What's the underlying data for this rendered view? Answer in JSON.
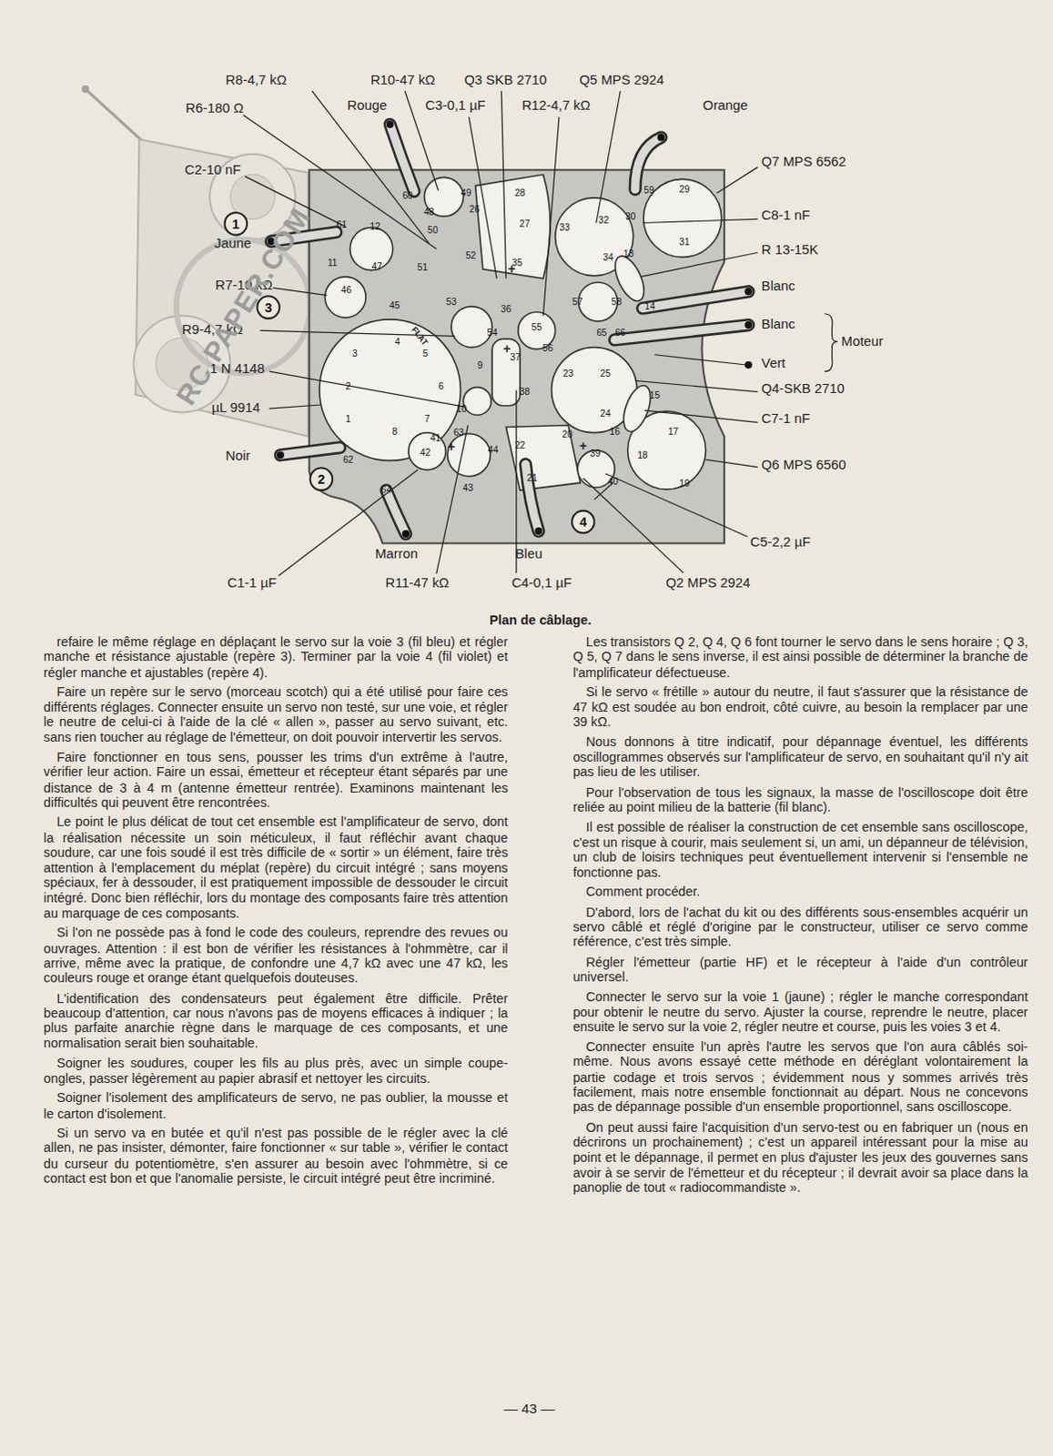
{
  "diagram": {
    "caption": "Plan de câblage.",
    "nodes": [
      {
        "text": [
          "1"
        ]
      },
      {
        "text": [
          "3"
        ]
      },
      {
        "text": [
          "2"
        ]
      },
      {
        "text": [
          "4"
        ]
      }
    ],
    "labels": [
      "R8-4,7 kΩ",
      "R10-47 kΩ",
      "Q3 SKB 2710",
      "Q5 MPS 2924",
      "R6-180 Ω",
      "Rouge",
      "C3-0,1 µF",
      "R12-4,7 kΩ",
      "Orange",
      "C2-10 nF",
      "Q7 MPS 6562",
      "C8-1 nF",
      "R 13-15K",
      "Blanc",
      "Blanc",
      "Moteur",
      "Vert",
      "Q4-SKB 2710",
      "C7-1 nF",
      "Q6 MPS 6560",
      "Jaune",
      "R7-10 kΩ",
      "R9-4,7 kΩ",
      "1 N 4148",
      "µL 9914",
      "Noir",
      "C5-2,2 µF",
      "Marron",
      "Bleu",
      "C1-1 µF",
      "R11-47 kΩ",
      "C4-0,1 µF",
      "Q2 MPS 2924",
      "FLAT",
      "+",
      "+",
      "+",
      "+",
      "1",
      "2",
      "3",
      "4",
      "5",
      "6",
      "7",
      "8",
      "9",
      "10",
      "11",
      "12",
      "13",
      "14",
      "15",
      "16",
      "17",
      "18",
      "19",
      "20",
      "21",
      "22",
      "23",
      "24",
      "25",
      "26",
      "27",
      "28",
      "29",
      "30",
      "31",
      "32",
      "33",
      "34",
      "35",
      "36",
      "37",
      "38",
      "39",
      "40",
      "41",
      "42",
      "43",
      "44",
      "45",
      "46",
      "47",
      "48",
      "49",
      "50",
      "51",
      "52",
      "53",
      "54",
      "55",
      "56",
      "57",
      "58",
      "59",
      "60",
      "61",
      "62",
      "63",
      "64",
      "65",
      "66",
      "RC PAPER.COM",
      "— 43 —",
      "refaire le même réglage en déplaçant le servo sur la voie 3 (fil bleu) et régler manche et résistance ajustable (repère 3). Terminer par la voie 4 (fil violet) et régler manche et ajustables (repère 4).",
      "Faire un repère sur le servo (morceau scotch) qui a été utilisé pour faire ces différents réglages. Connecter ensuite un servo non testé, sur une voie, et régler le neutre de celui-ci à l'aide de la clé « allen », passer au servo suivant, etc. sans rien toucher au réglage de l'émetteur, on doit pouvoir intervertir les servos.",
      "Faire fonctionner en tous sens, pousser les trims d'un extrême à l'autre, vérifier leur action. Faire un essai, émetteur et récepteur étant séparés par une distance de 3 à 4 m (antenne émetteur rentrée). Examinons maintenant les difficultés qui peuvent être rencontrées.",
      "Le point le plus délicat de tout cet ensemble est l'amplificateur de servo, dont la réalisation nécessite un soin méticuleux, il faut réfléchir avant chaque soudure, car une fois soudé il est très difficile de « sortir » un élément, faire très attention à l'emplacement du méplat (repère) du circuit intégré ; sans moyens spéciaux, fer à dessouder, il est pratiquement impossible de dessouder le circuit intégré. Donc bien réfléchir, lors du montage des composants faire très attention au marquage de ces composants.",
      "Si l'on ne possède pas à fond le code des couleurs, reprendre des revues ou ouvrages. Attention : il est bon de vérifier les résistances à l'ohmmètre, car il arrive, même avec la pratique, de confondre une 4,7 kΩ avec une 47 kΩ, les couleurs rouge et orange étant quelquefois douteuses.",
      "L'identification des condensateurs peut également être difficile. Prêter beaucoup d'attention, car nous n'avons pas de moyens efficaces à indiquer ; la plus parfaite anarchie règne dans le marquage de ces composants, et une normalisation serait bien souhaitable.",
      "Soigner les soudures, couper les fils au plus près, avec un simple coupe-ongles, passer légèrement au papier abrasif et nettoyer les circuits.",
      "Soigner l'isolement des amplificateurs de servo, ne pas oublier, la mousse et le carton d'isolement.",
      "Si un servo va en butée et qu'il n'est pas possible de le régler avec la clé allen, ne pas insister, démonter, faire fonctionner « sur table », vérifier le contact du curseur du potentiomètre, s'en assurer au besoin avec l'ohmmètre, si ce contact est bon et que l'anomalie persiste, le circuit intégré peut être incriminé.",
      "Les transistors Q 2, Q 4, Q 6 font tourner le servo dans le sens horaire ; Q 3, Q 5, Q 7 dans le sens inverse, il est ainsi possible de déterminer la branche de l'amplificateur défectueuse.",
      "Si le servo « frétille » autour du neutre, il faut s'assurer que la résistance de 47 kΩ est soudée au bon endroit, côté cuivre, au besoin la remplacer par une 39 kΩ.",
      "Nous donnons à titre indicatif, pour dépannage éventuel, les différents oscillogrammes observés sur l'amplificateur de servo, en souhaitant qu'il n'y ait pas lieu de les utiliser.",
      "Pour l'observation de tous les signaux, la masse de l'oscilloscope doit être reliée au point milieu de la batterie (fil blanc).",
      "Il est possible de réaliser la construction de cet ensemble sans oscilloscope, c'est un risque à courir, mais seulement si, un ami, un dépanneur de télévision, un club de loisirs techniques peut éventuellement intervenir si l'ensemble ne fonctionne pas.",
      "Comment procéder.",
      "D'abord, lors de l'achat du kit ou des différents sous-ensembles acquérir un servo câblé et réglé d'origine par le constructeur, utiliser ce servo comme référence, c'est très simple.",
      "Régler l'émetteur (partie HF) et le récepteur à l'aide d'un contrôleur universel.",
      "Connecter le servo sur la voie 1 (jaune) ; régler le manche correspondant pour obtenir le neutre du servo. Ajuster la course, reprendre le neutre, placer ensuite le servo sur la voie 2, régler neutre et course, puis les voies 3 et 4.",
      "Connecter ensuite l'un après l'autre les servos que l'on aura câblés soi-même. Nous avons essayé cette méthode en déréglant volontairement la partie codage et trois servos ; évidemment nous y sommes arrivés très facilement, mais notre ensemble fonctionnait au départ. Nous ne concevons pas de dépannage possible d'un ensemble proportionnel, sans oscilloscope.",
      "On peut aussi faire l'acquisition d'un servo-test ou en fabriquer un (nous en décrirons un prochainement) ; c'est un appareil intéressant pour la mise au point et le dépannage, il permet en plus d'ajuster les jeux des gouvernes sans avoir à se servir de l'émetteur et du récepteur ; il devrait avoir sa place dans la panoplie de tout « radiocommandiste »."
    ]
  }
}
